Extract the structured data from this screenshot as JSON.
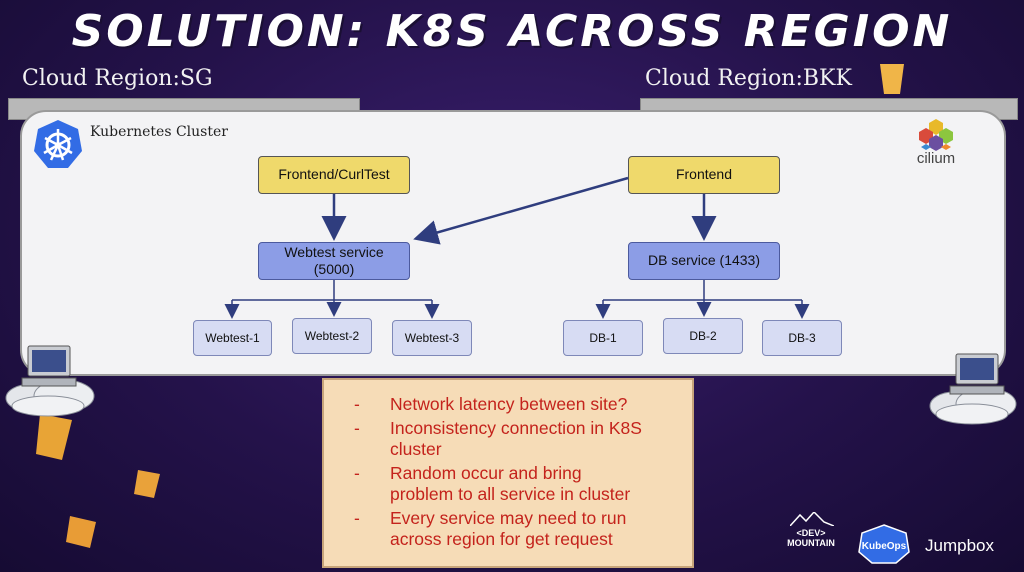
{
  "title": "SOLUTION: K8S ACROSS REGION",
  "regions": {
    "left": "Cloud Region:SG",
    "right": "Cloud Region:BKK"
  },
  "cluster": {
    "label": "Kubernetes Cluster",
    "cni": "cilium"
  },
  "nodes": {
    "frontend_curltest": "Frontend/CurlTest",
    "frontend": "Frontend",
    "webtest_service": "Webtest service",
    "webtest_port": "(5000)",
    "db_service": "DB service (1433)",
    "webtest_pods": [
      "Webtest-1",
      "Webtest-2",
      "Webtest-3"
    ],
    "db_pods": [
      "DB-1",
      "DB-2",
      "DB-3"
    ]
  },
  "notes": [
    {
      "dash": "-",
      "lines": [
        "Network latency between site?"
      ]
    },
    {
      "dash": "-",
      "lines": [
        "Inconsistency connection in K8S",
        "cluster"
      ]
    },
    {
      "dash": "-",
      "lines": [
        "Random occur and bring",
        "problem to all service in cluster"
      ]
    },
    {
      "dash": "-",
      "lines": [
        "Every service may need to run",
        "across region for get request"
      ]
    }
  ],
  "logos": {
    "devmtn_lines": [
      "<DEV>",
      "MOUNTAIN"
    ],
    "kubeops": "KubeOps",
    "jumpbox": "Jumpbox"
  },
  "icons": {
    "kubernetes": "kubernetes-helm-icon",
    "cilium": "cilium-hexagon-icon",
    "computer": "computer-cloud-icon",
    "lantern": "sky-lantern-icon"
  },
  "colors": {
    "frontend_fill": "#efd96b",
    "service_fill": "#8c9de6",
    "pod_fill": "#d7dcf3",
    "notes_text": "#c4231c",
    "notes_bg": "#f6dcb7",
    "arrow": "#2f3d7e"
  }
}
